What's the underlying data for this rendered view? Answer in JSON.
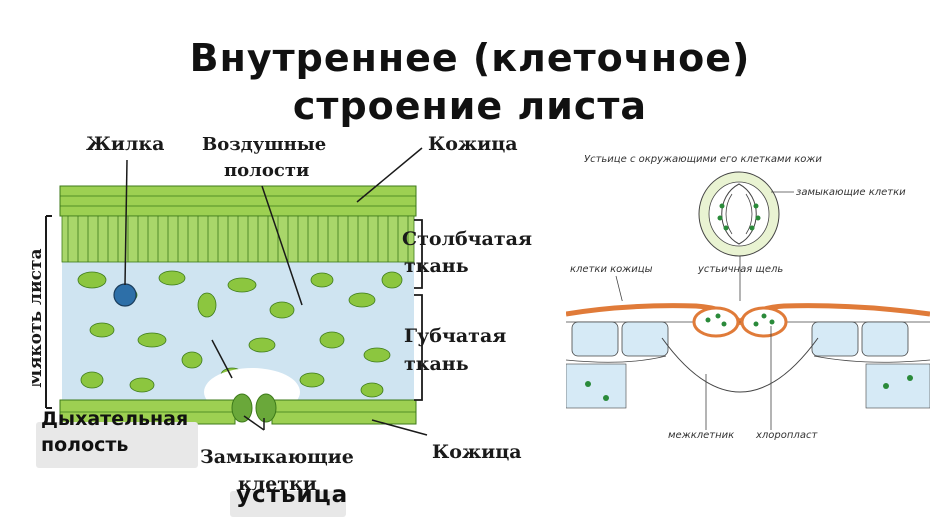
{
  "title": {
    "line1": "Внутреннее (клеточное)",
    "line2": "строение листа"
  },
  "left_diagram": {
    "labels": {
      "vein": "Жилка",
      "air_cavities_1": "Воздушные",
      "air_cavities_2": "полости",
      "skin_top": "Кожица",
      "palisade_1": "Столбчатая",
      "palisade_2": "ткань",
      "spongy_1": "Губчатая",
      "spongy_2": "ткань",
      "leaf_pulp": "Мякоть листа",
      "guard_1": "Замыкающие",
      "guard_2": "клетки",
      "skin_bottom": "Кожица"
    }
  },
  "right_diagram": {
    "title": "Устьице с окружающими его клетками кожи",
    "labels": {
      "guard_cells": "замыкающие клетки",
      "skin_cells": "клетки кожицы",
      "stomatal_slit": "устьичная щель",
      "intercellular": "межклетник",
      "chloroplast": "хлоропласт"
    }
  },
  "overlays": {
    "breathing_cavity": "Дыхательная полость",
    "stoma": "устьица"
  },
  "colors": {
    "cell_green": "#8cc63f",
    "dark_green": "#3d7a1a",
    "air_blue": "#cfe4f1",
    "epidermis_orange": "#e07b39",
    "cell_blue": "#d6eaf6"
  }
}
